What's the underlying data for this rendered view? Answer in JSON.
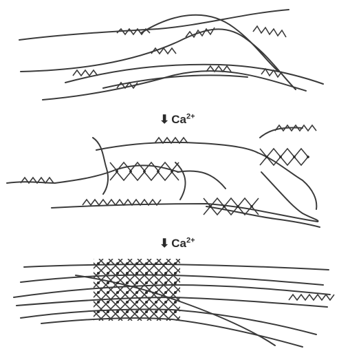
{
  "steps": [
    {
      "prefix": "Ca",
      "sup": "2+"
    },
    {
      "prefix": "Ca",
      "sup": "2+"
    }
  ],
  "arrow_glyph": "⬇",
  "colors": {
    "stroke": "#3a3a3a",
    "background": "#ffffff"
  }
}
